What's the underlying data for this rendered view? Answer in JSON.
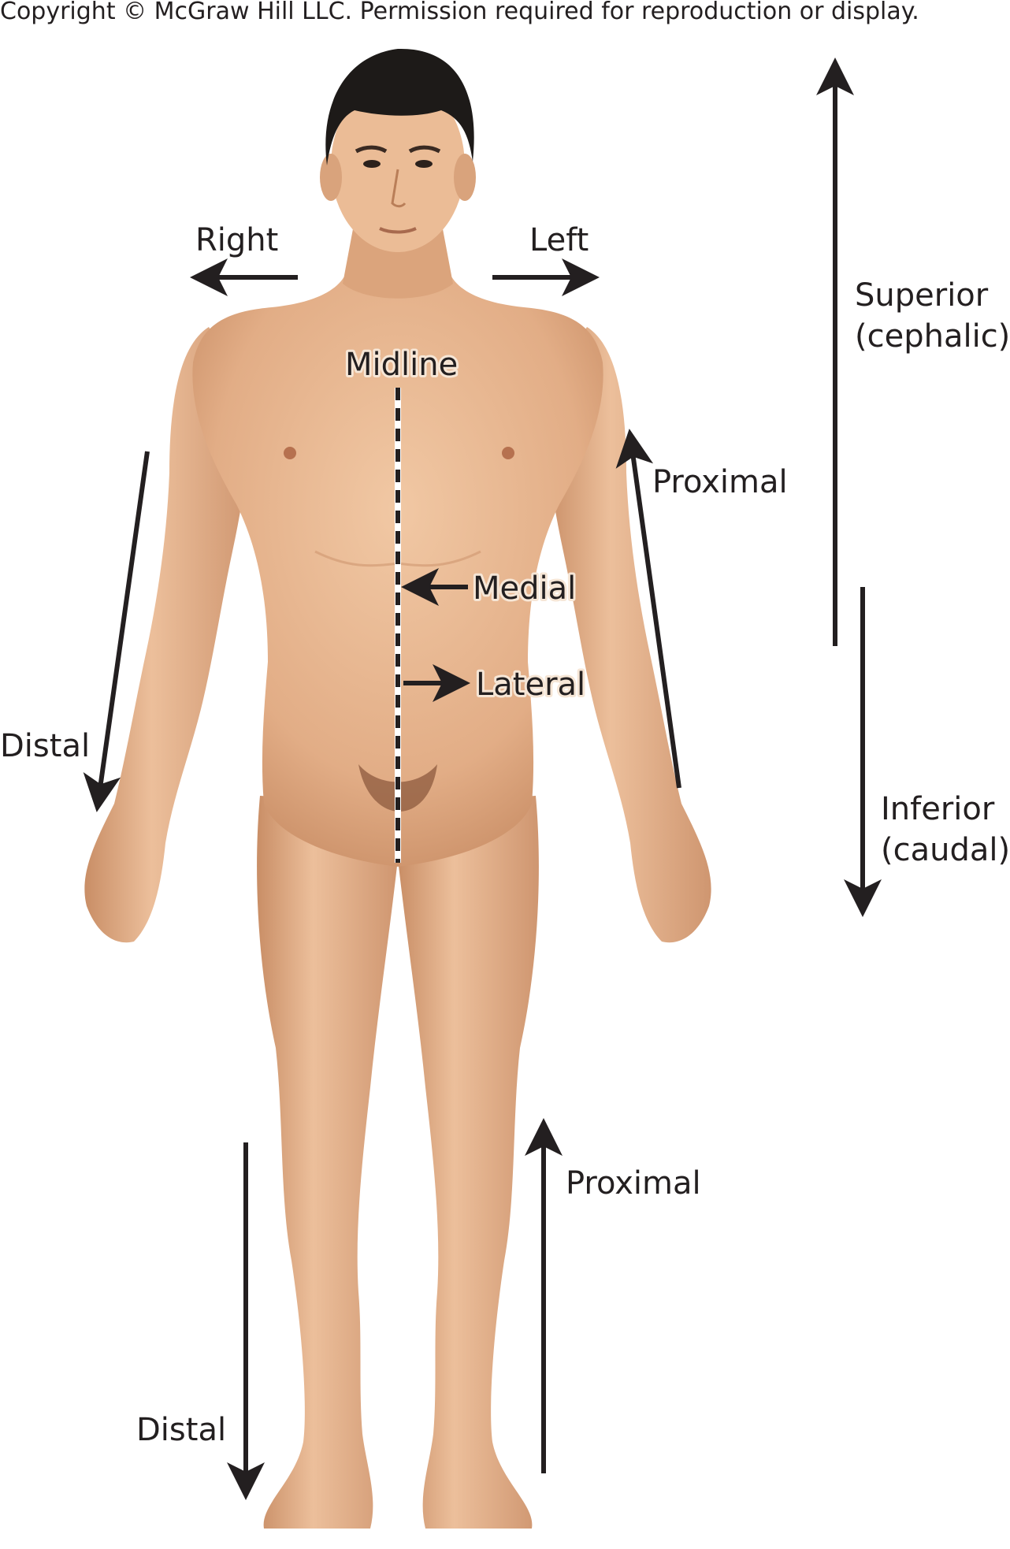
{
  "copyright": "Copyright © McGraw Hill LLC. Permission required for reproduction or display.",
  "labels": {
    "right": "Right",
    "left": "Left",
    "midline": "Midline",
    "superior_line1": "Superior",
    "superior_line2": "(cephalic)",
    "inferior_line1": "Inferior",
    "inferior_line2": "(caudal)",
    "proximal_arm": "Proximal",
    "distal_arm": "Distal",
    "medial": "Medial",
    "lateral": "Lateral",
    "proximal_leg": "Proximal",
    "distal_leg": "Distal"
  },
  "colors": {
    "skin": "#e7b48d",
    "skin_shadow": "#c98e66",
    "hair": "#1d1a18",
    "ink": "#231f20",
    "background": "#ffffff"
  },
  "figure": "anatomical-position-male-front-view"
}
